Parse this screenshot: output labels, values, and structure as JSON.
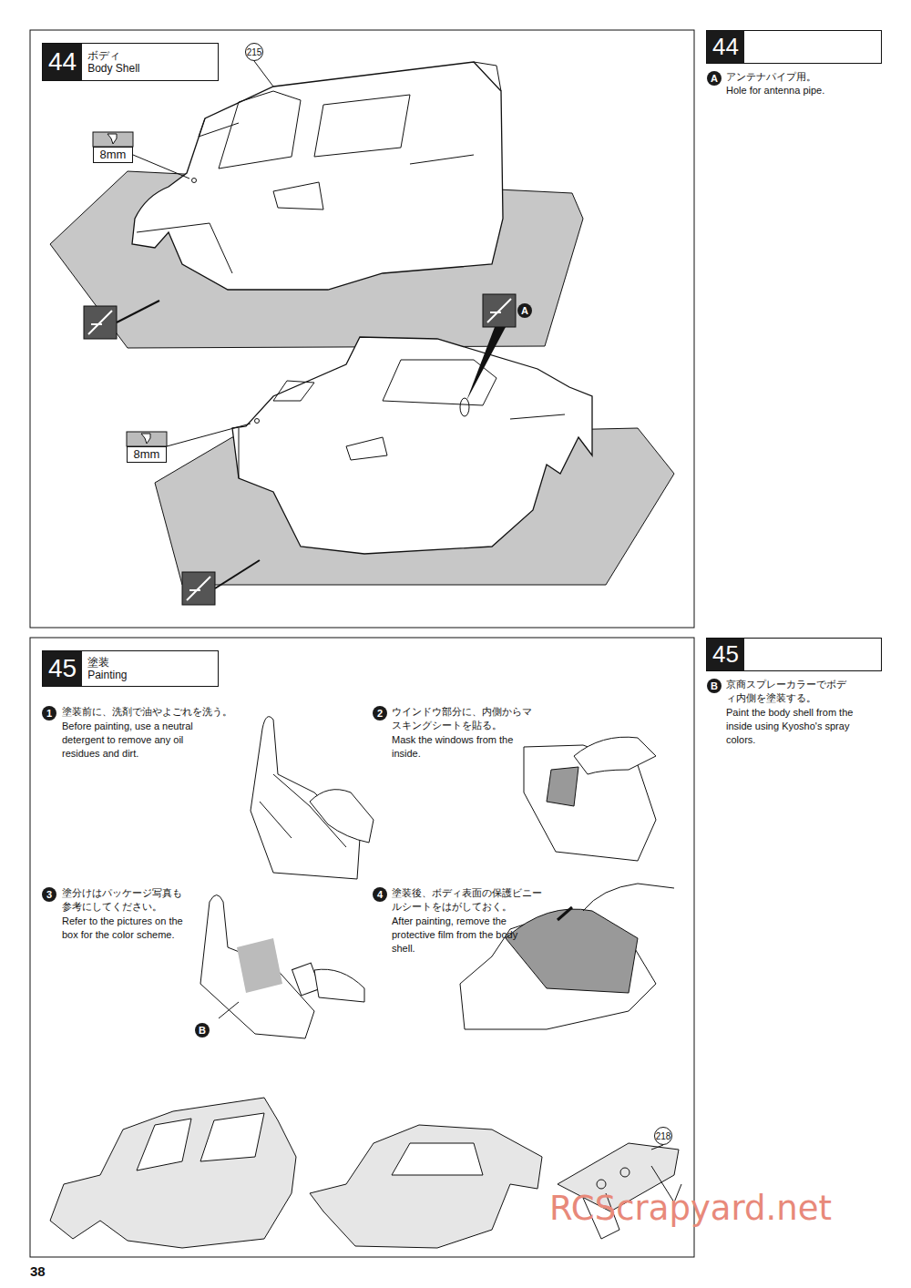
{
  "diagram": {
    "nodes": [
      {
        "text": [
          "44",
          "ボディ",
          "Body Shell"
        ]
      },
      {
        "text": [
          "44"
        ]
      },
      {
        "text": [
          "45",
          "塗装",
          "Painting"
        ]
      },
      {
        "text": [
          "45"
        ]
      }
    ],
    "labels": [
      "215",
      "8mm",
      "8mm",
      "A",
      "A",
      "アンテナパイプ用。",
      "Hole for antenna pipe.",
      "1",
      "塗装前に、洗剤で油やよごれを洗う。",
      "Before painting, use a neutral detergent to remove any oil residues and dirt.",
      "2",
      "ウインドウ部分に、内側からマスキングシートを貼る。",
      "Mask the windows from the inside.",
      "3",
      "塗分けはパッケージ写真も参考にしてください。",
      "Refer to the pictures on the box for the color scheme.",
      "4",
      "塗装後、ボディ表面の保護ビニールシートをはがしておく。",
      "After painting, remove the protective film from the body shell.",
      "B",
      "B",
      "京商スプレーカラーでボディ内側を塗装する。",
      "Paint the body shell from the inside using Kyosho's spray colors.",
      "218",
      "RCScrapyard.net",
      "38"
    ]
  }
}
